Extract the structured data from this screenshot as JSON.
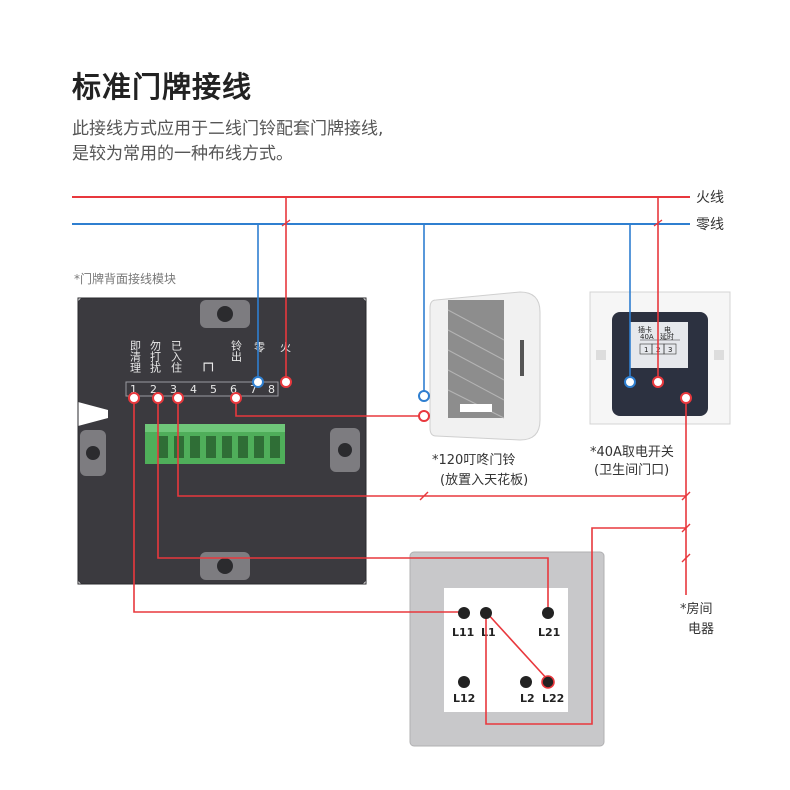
{
  "title": "标准门牌接线",
  "description": [
    "此接线方式应用于二线门铃配套门牌接线,",
    "是较为常用的一种布线方式。"
  ],
  "lines": {
    "live": "火线",
    "neutral": "零线"
  },
  "colors": {
    "live": "#e8383d",
    "neutral": "#2f7fd0",
    "panel": "#3b3a3f",
    "switch_plate": "#c8c8ca"
  },
  "module": {
    "caption": "*门牌背面接线模块",
    "labels": [
      "即清理",
      "勿打扰",
      "已入住",
      "铃出",
      "零",
      "火"
    ],
    "terminals": [
      "1",
      "2",
      "3",
      "4",
      "5",
      "6",
      "7",
      "8"
    ]
  },
  "doorbell": {
    "caption1": "*120叮咚门铃",
    "caption2": "(放置入天花板)"
  },
  "card_switch": {
    "caption1": "*40A取电开关",
    "caption2": "(卫生间门口)",
    "labels": [
      "插卡",
      "40A",
      "延时",
      "电"
    ],
    "terminals": [
      "1",
      "2",
      "3"
    ]
  },
  "appliance": {
    "caption1": "*房间",
    "caption2": "电器"
  },
  "switch_terminals": {
    "l11": "L11",
    "l1": "L1",
    "l21": "L21",
    "l12": "L12",
    "l2": "L2",
    "l22": "L22"
  }
}
